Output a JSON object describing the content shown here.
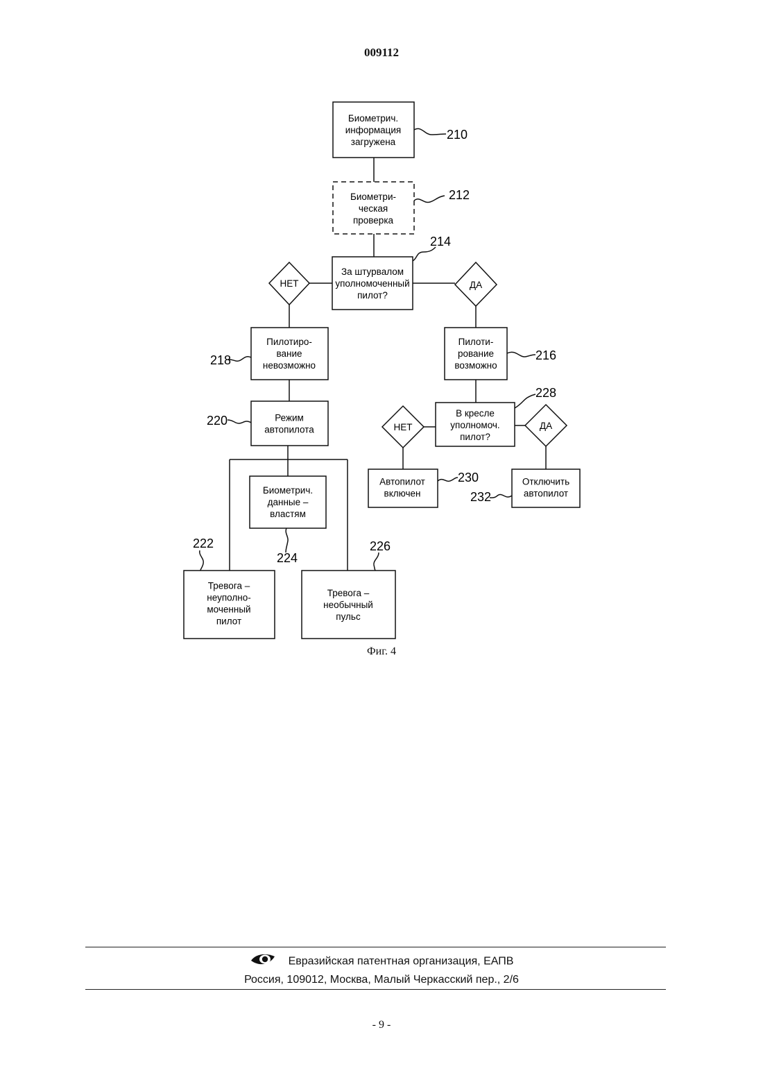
{
  "header": {
    "doc_number": "009112"
  },
  "diagram": {
    "nodes": {
      "n210": {
        "lines": [
          "Биометрич.",
          "информация",
          "загружена"
        ],
        "ref": "210"
      },
      "n212": {
        "lines": [
          "Биометри-",
          "ческая",
          "проверка"
        ],
        "ref": "212"
      },
      "n214": {
        "lines": [
          "За штурвалом",
          "уполномоченный",
          "пилот?"
        ],
        "ref": "214"
      },
      "n216": {
        "lines": [
          "Пилоти-",
          "рование",
          "возможно"
        ],
        "ref": "216"
      },
      "n218": {
        "lines": [
          "Пилотиро-",
          "вание",
          "невозможно"
        ],
        "ref": "218"
      },
      "n220": {
        "lines": [
          "Режим",
          "автопилота"
        ],
        "ref": "220"
      },
      "n222": {
        "lines": [
          "Тревога –",
          "неуполно-",
          "моченный",
          "пилот"
        ],
        "ref": "222"
      },
      "n224": {
        "lines": [
          "Биометрич.",
          "данные –",
          "властям"
        ],
        "ref": "224"
      },
      "n226": {
        "lines": [
          "Тревога –",
          "необычный",
          "пульс"
        ],
        "ref": "226"
      },
      "n228": {
        "lines": [
          "В кресле",
          "уполномоч.",
          "пилот?"
        ],
        "ref": "228"
      },
      "n230": {
        "lines": [
          "Автопилот",
          "включен"
        ],
        "ref": "230"
      },
      "n232": {
        "lines": [
          "Отключить",
          "автопилот"
        ],
        "ref": "232"
      }
    },
    "decisions": {
      "d_no_1": "НЕТ",
      "d_yes_1": "ДА",
      "d_no_2": "НЕТ",
      "d_yes_2": "ДА"
    },
    "caption": "Фиг. 4"
  },
  "footer": {
    "organization": "Евразийская патентная организация, ЕАПВ",
    "address": "Россия, 109012, Москва, Малый Черкасский пер., 2/6",
    "page_number": "- 9 -"
  }
}
